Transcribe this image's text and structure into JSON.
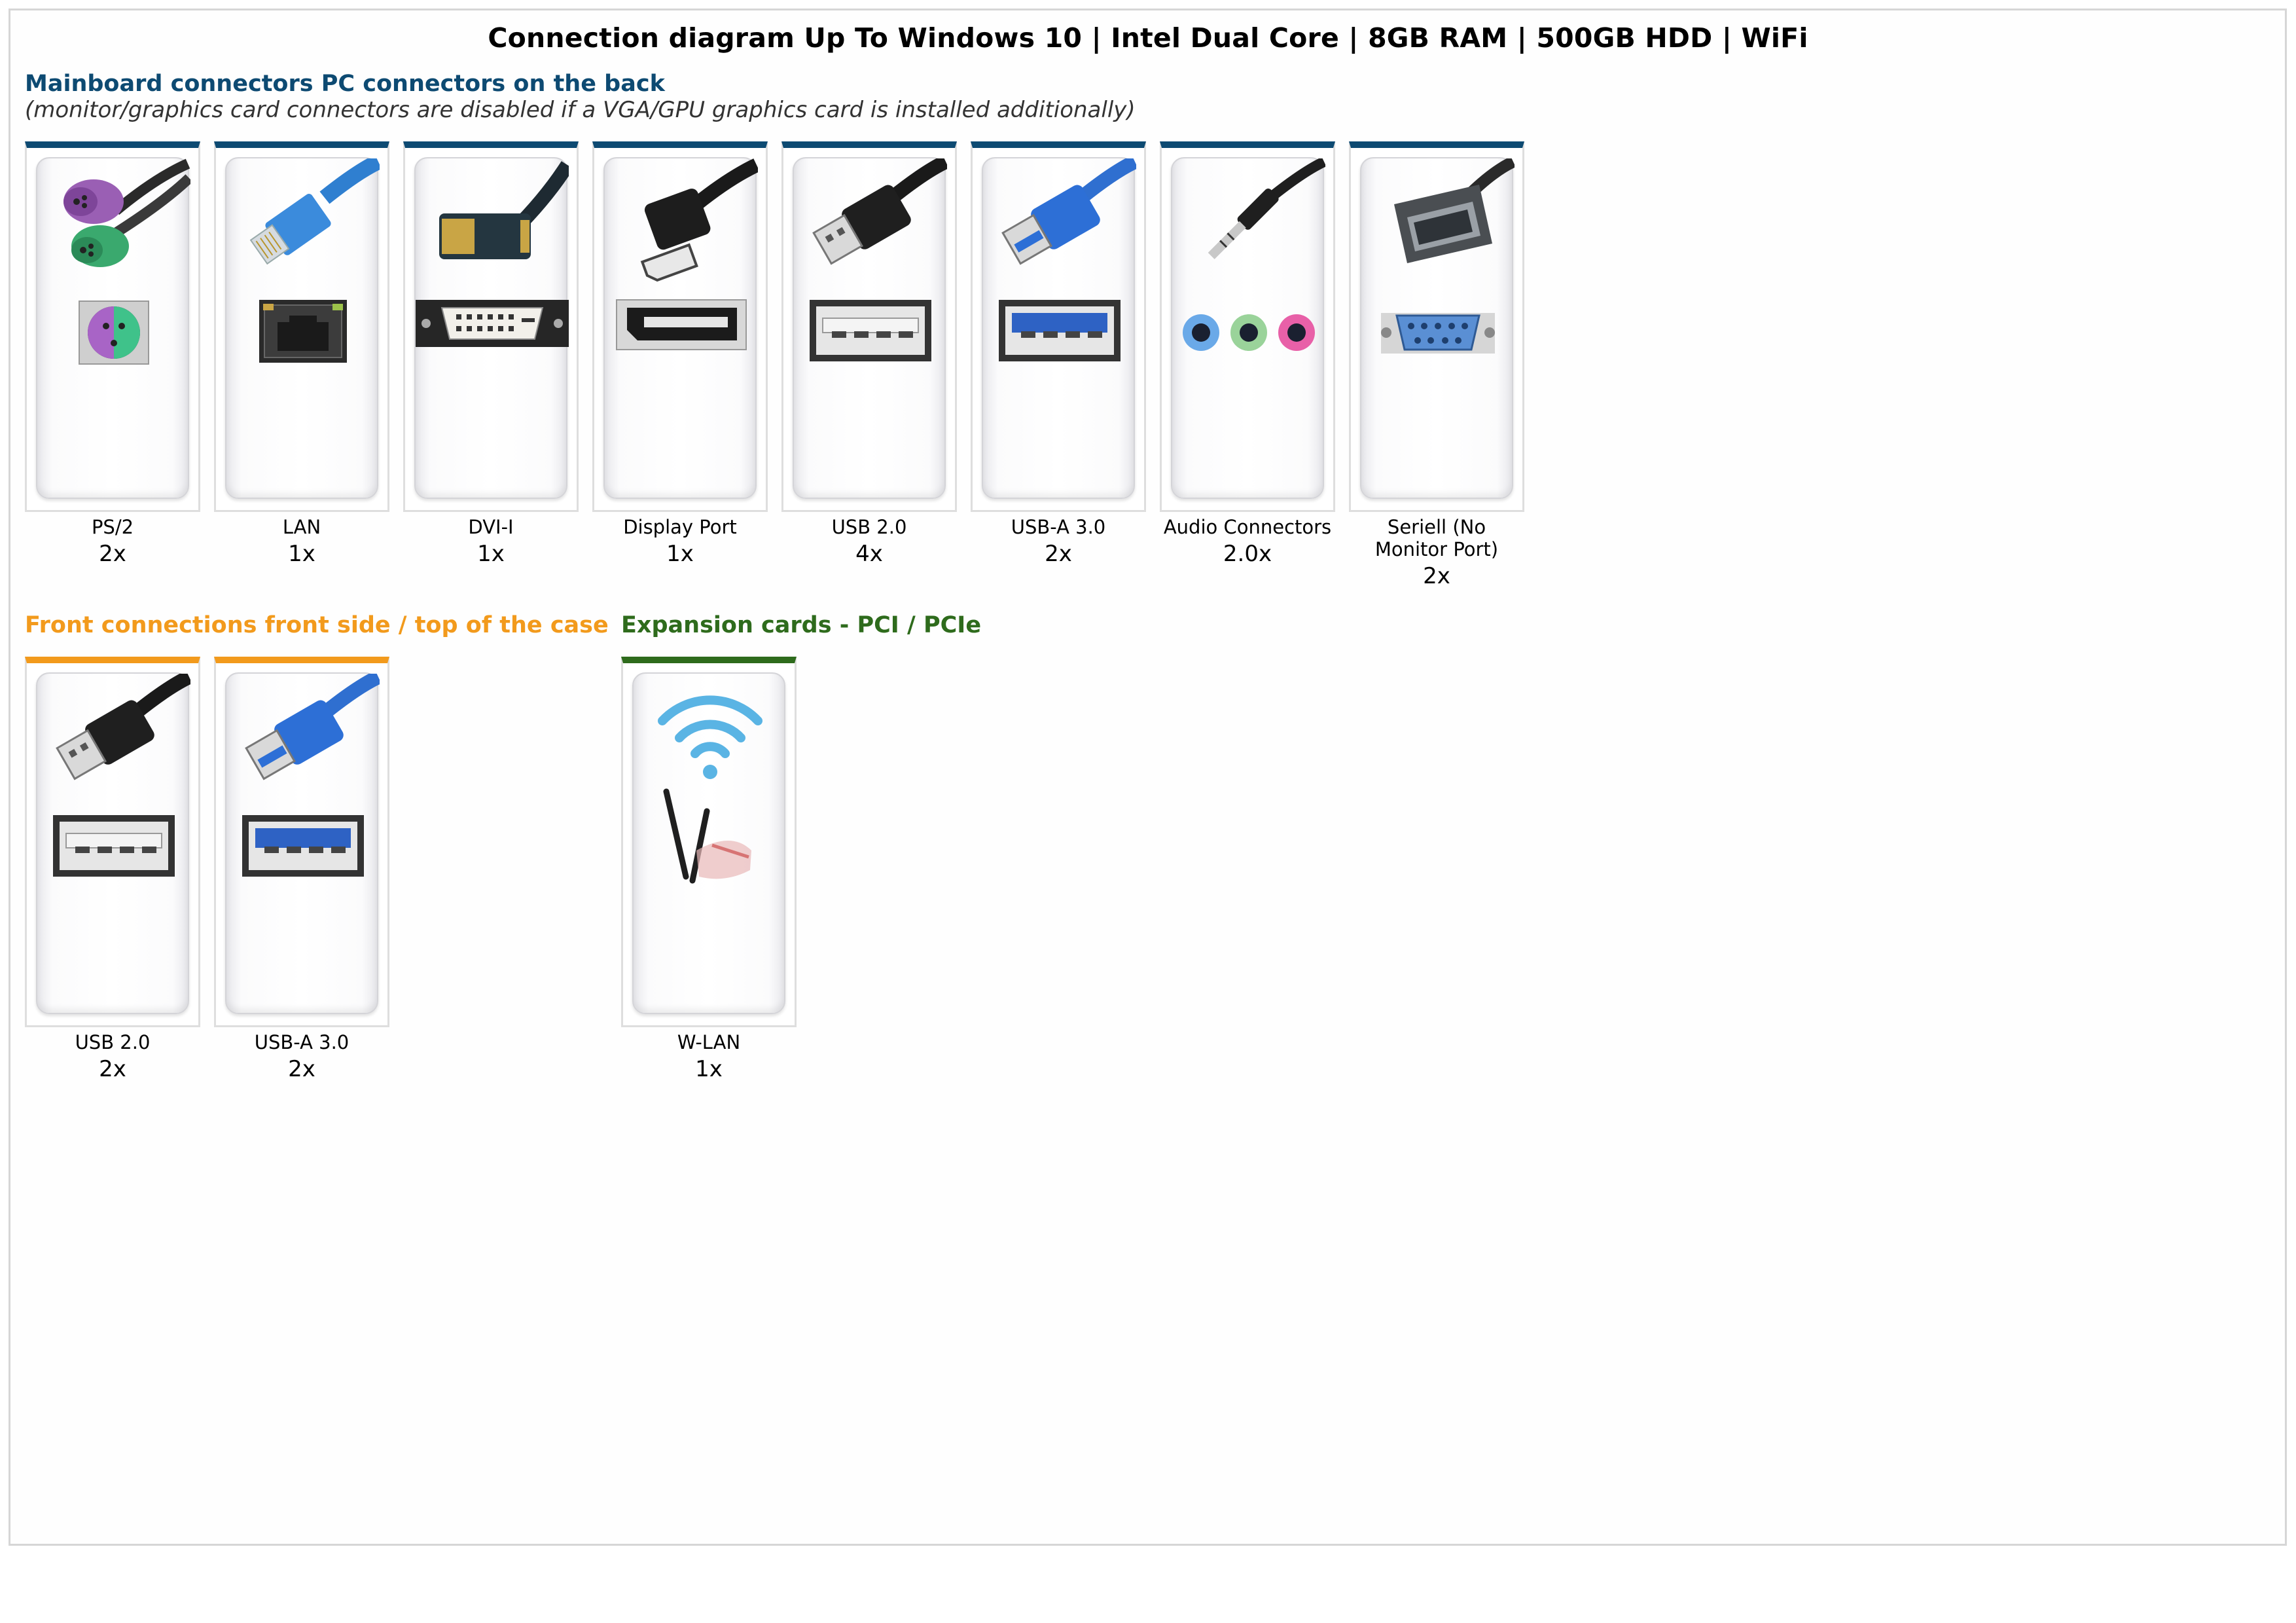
{
  "title": "Connection diagram Up To Windows 10 | Intel Dual Core | 8GB RAM | 500GB HDD | WiFi",
  "colors": {
    "mainboard": "#0d4a72",
    "front": "#f29a1c",
    "expansion": "#2e6b1c"
  },
  "mainboard": {
    "title": "Mainboard connectors PC connectors on the back",
    "subtitle": "(monitor/graphics card connectors are disabled if a VGA/GPU graphics card is installed additionally)",
    "items": [
      {
        "label": "PS/2",
        "count": "2x",
        "icon": "ps2-connector-icon"
      },
      {
        "label": "LAN",
        "count": "1x",
        "icon": "lan-connector-icon"
      },
      {
        "label": "DVI-I",
        "count": "1x",
        "icon": "dvi-connector-icon"
      },
      {
        "label": "Display Port",
        "count": "1x",
        "icon": "displayport-connector-icon"
      },
      {
        "label": "USB 2.0",
        "count": "4x",
        "icon": "usb2-connector-icon"
      },
      {
        "label": "USB-A 3.0",
        "count": "2x",
        "icon": "usb3-connector-icon"
      },
      {
        "label": "Audio Connectors",
        "count": "2.0x",
        "icon": "audio-connector-icon"
      },
      {
        "label": "Seriell (No Monitor Port)",
        "count": "2x",
        "icon": "serial-connector-icon"
      }
    ]
  },
  "front": {
    "title": "Front connections front side / top of the case",
    "items": [
      {
        "label": "USB 2.0",
        "count": "2x",
        "icon": "usb2-connector-icon"
      },
      {
        "label": "USB-A 3.0",
        "count": "2x",
        "icon": "usb3-connector-icon"
      }
    ]
  },
  "expansion": {
    "title": "Expansion cards - PCI / PCIe",
    "items": [
      {
        "label": "W-LAN",
        "count": "1x",
        "icon": "wifi-icon"
      }
    ]
  }
}
